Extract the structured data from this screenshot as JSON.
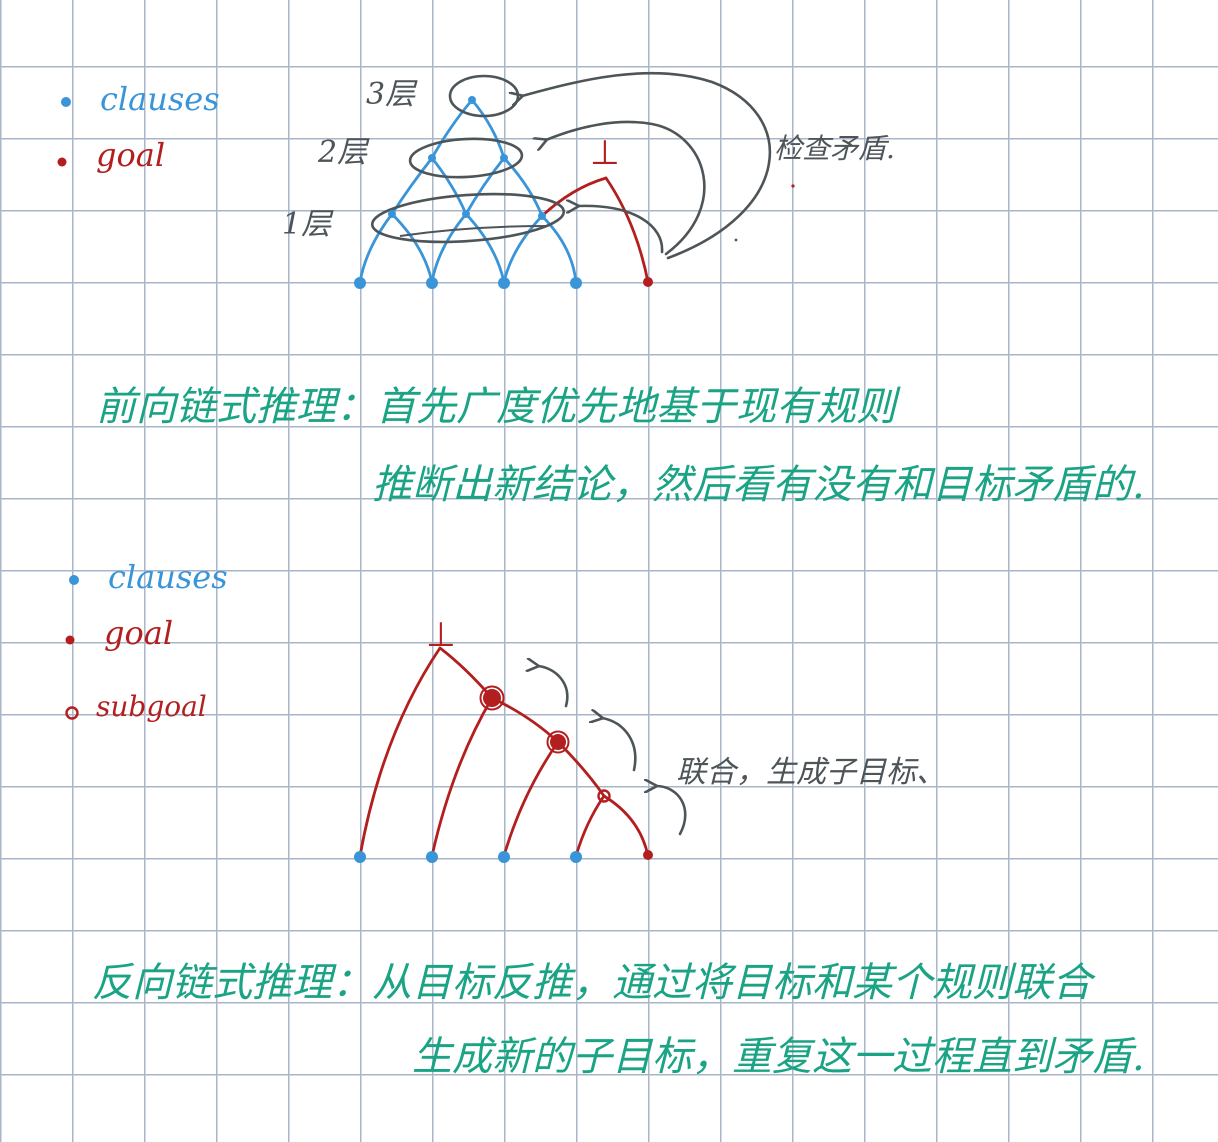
{
  "colors": {
    "blue": "#3a95d8",
    "red": "#b31e1e",
    "gray": "#4d5558",
    "green": "#1aa384",
    "grid": "#a9b6c9"
  },
  "top_section": {
    "legend": [
      {
        "label": "clauses",
        "color": "blue"
      },
      {
        "label": "goal",
        "color": "red"
      }
    ],
    "layer_labels": [
      "3层",
      "2层",
      "1层"
    ],
    "contradiction_symbol": "⊥",
    "check_note": "检查矛盾.",
    "description_line1": "前向链式推理：首先广度优先地基于现有规则",
    "description_line2": "推断出新结论，然后看有没有和目标矛盾的."
  },
  "bottom_section": {
    "legend": [
      {
        "label": "clauses",
        "color": "blue"
      },
      {
        "label": "goal",
        "color": "red"
      },
      {
        "label": "subgoal",
        "color": "red"
      }
    ],
    "contradiction_symbol": "⊥",
    "unify_note": "联合，生成子目标、",
    "description_line1": "反向链式推理：从目标反推，通过将目标和某个规则联合",
    "description_line2": "生成新的子目标，重复这一过程直到矛盾."
  }
}
